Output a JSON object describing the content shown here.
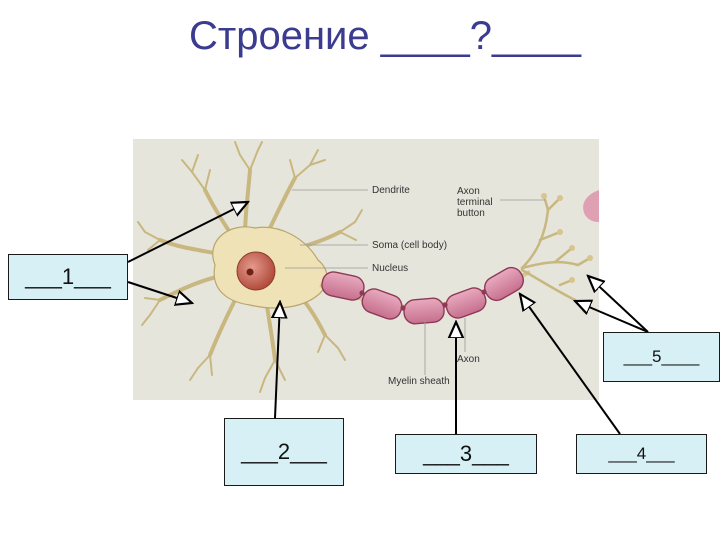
{
  "title": "Строение ____?____",
  "figure_labels": {
    "dendrite": "Dendrite",
    "axon_terminal_1": "Axon",
    "axon_terminal_2": "terminal",
    "axon_terminal_3": "button",
    "soma": "Soma (cell body)",
    "nucleus": "Nucleus",
    "axon": "Axon",
    "myelin": "Myelin sheath"
  },
  "answer_boxes": [
    {
      "id": "1",
      "text": "___1___"
    },
    {
      "id": "2",
      "text": "___2___"
    },
    {
      "id": "3",
      "text": "___3___"
    },
    {
      "id": "4",
      "text": "___4___"
    },
    {
      "id": "5",
      "text": "___5____"
    }
  ],
  "colors": {
    "title": "#3b3b8f",
    "figure_background": "#e6e5dc",
    "neuron_body": "#efe2b6",
    "neuron_outline": "#b9a66c",
    "myelin": "#d58aa3",
    "nucleus": "#b24d3e",
    "box_fill": "#d7f0f5"
  }
}
